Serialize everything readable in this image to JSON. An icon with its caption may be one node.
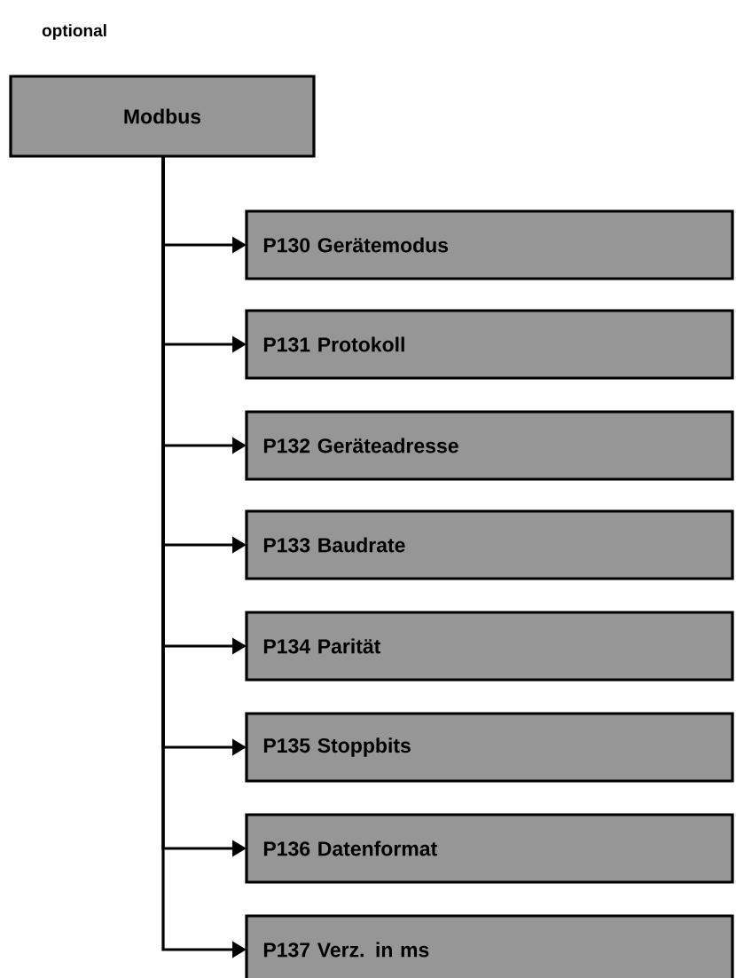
{
  "diagram": {
    "nodes": [
      {
        "text": [
          "Modbus"
        ],
        "beside": [
          "optional"
        ]
      },
      {
        "text": [
          "P130 Gerätemodus"
        ]
      },
      {
        "text": [
          "P131 Protokoll"
        ]
      },
      {
        "text": [
          "P132 Geräteadresse"
        ]
      },
      {
        "text": [
          "P133 Baudrate"
        ]
      },
      {
        "text": [
          "P134 Parität"
        ]
      },
      {
        "text": [
          "P135 Stoppbits"
        ]
      },
      {
        "text": [
          "P136 Datenformat"
        ]
      },
      {
        "text": [
          "P137 Verz. in ms"
        ]
      }
    ],
    "edges": [
      {
        "from": 0,
        "to": 1,
        "arrow": "to"
      },
      {
        "from": 0,
        "to": 2,
        "arrow": "to"
      },
      {
        "from": 0,
        "to": 3,
        "arrow": "to"
      },
      {
        "from": 0,
        "to": 4,
        "arrow": "to"
      },
      {
        "from": 0,
        "to": 5,
        "arrow": "to"
      },
      {
        "from": 0,
        "to": 6,
        "arrow": "to"
      },
      {
        "from": 0,
        "to": 7,
        "arrow": "to"
      },
      {
        "from": 0,
        "to": 8,
        "arrow": "to"
      }
    ]
  }
}
